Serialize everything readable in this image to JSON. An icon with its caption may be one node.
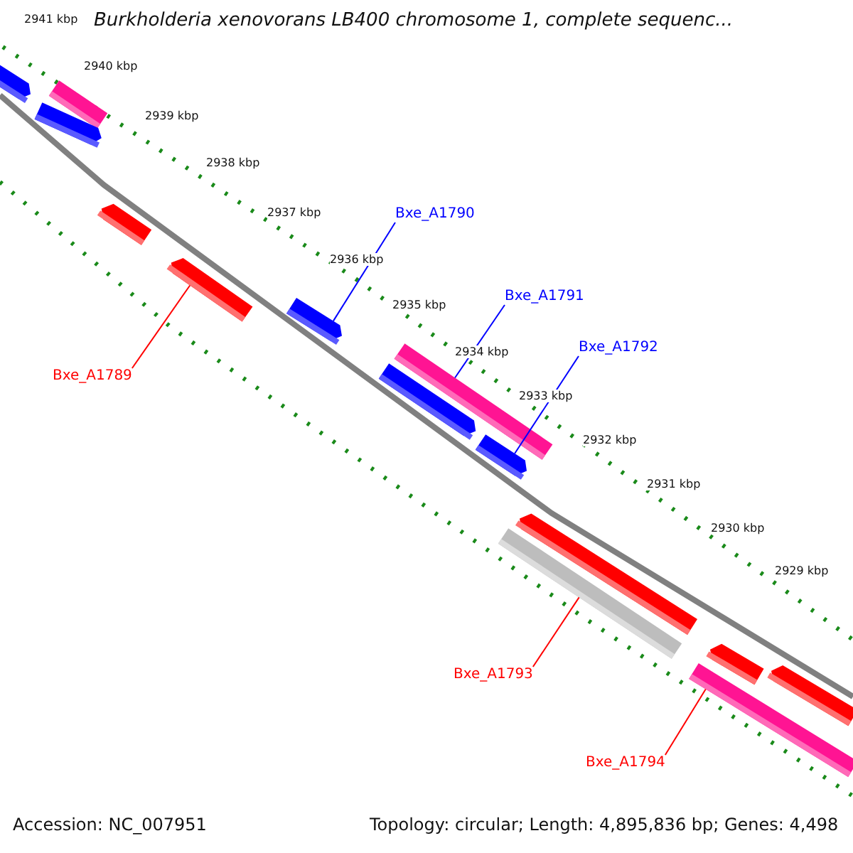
{
  "diagram": {
    "title": "Burkholderia xenovorans LB400 chromosome 1, complete sequenc...",
    "nodes": [
      {
        "text": [],
        "shape": "arrow"
      },
      {
        "text": [],
        "shape": "bar"
      },
      {
        "text": [],
        "shape": "arrow"
      },
      {
        "text": [],
        "shape": "arrow"
      },
      {
        "text": [],
        "shape": "arrow"
      },
      {
        "text": [],
        "shape": "arrow"
      },
      {
        "text": [],
        "shape": "arrow"
      },
      {
        "text": [],
        "shape": "bar"
      },
      {
        "text": [],
        "shape": "arrow"
      },
      {
        "text": [],
        "shape": "arrow"
      },
      {
        "text": [],
        "shape": "bar"
      },
      {
        "text": [],
        "shape": "arrow"
      },
      {
        "text": [],
        "shape": "arrow"
      },
      {
        "text": [],
        "shape": "bar"
      },
      {
        "text": [
          "Bxe_A1789"
        ]
      },
      {
        "text": [
          "Bxe_A1790"
        ]
      },
      {
        "text": [
          "Bxe_A1791"
        ]
      },
      {
        "text": [
          "Bxe_A1792"
        ]
      },
      {
        "text": [
          "Bxe_A1793"
        ]
      },
      {
        "text": [
          "Bxe_A1794"
        ]
      }
    ],
    "edges": [
      {
        "from": 14,
        "to": 4,
        "arrow": "none",
        "color": "#ff0000"
      },
      {
        "from": 15,
        "to": 5,
        "arrow": "none",
        "color": "#0000ff"
      },
      {
        "from": 16,
        "to": 7,
        "arrow": "none",
        "color": "#0000ff"
      },
      {
        "from": 17,
        "to": 8,
        "arrow": "none",
        "color": "#0000ff"
      },
      {
        "from": 18,
        "to": 10,
        "arrow": "none",
        "color": "#ff0000"
      },
      {
        "from": 19,
        "to": 13,
        "arrow": "none",
        "color": "#ff0000"
      }
    ],
    "labels": [
      "2941 kbp",
      "2940 kbp",
      "2939 kbp",
      "2938 kbp",
      "2937 kbp",
      "2936 kbp",
      "2935 kbp",
      "2934 kbp",
      "2933 kbp",
      "2932 kbp",
      "2931 kbp",
      "2930 kbp",
      "2929 kbp",
      "Accession: NC_007951",
      "Topology: circular; Length: 4,895,836 bp; Genes: 4,498"
    ]
  }
}
